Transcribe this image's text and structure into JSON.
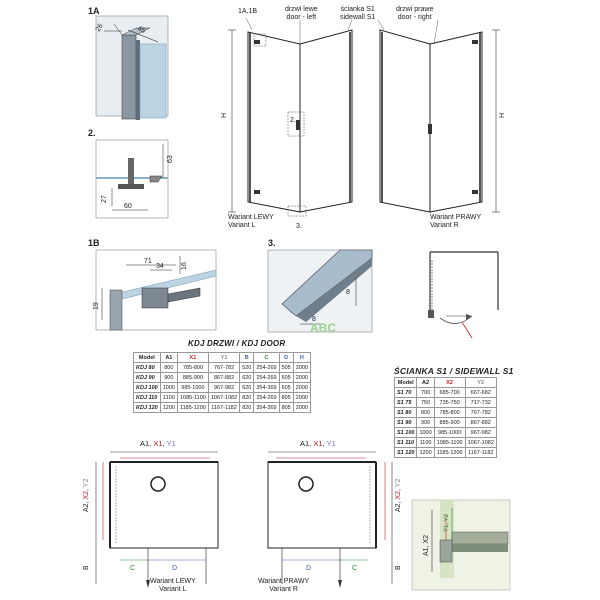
{
  "detail_labels": {
    "d1a": "1A",
    "d2": "2.",
    "d1b": "1B",
    "d3": "3.",
    "d1a1b": "1A,1B"
  },
  "detail_dims": {
    "d1a_26": "26",
    "d1a_45": "45",
    "d2_63": "63",
    "d2_27": "27",
    "d2_60": "60",
    "d1b_71": "71",
    "d1b_34": "34",
    "d1b_16": "16",
    "d1b_19": "19",
    "d3_8a": "8",
    "d3_8b": "8",
    "d3_brand": "ABC"
  },
  "elevation": {
    "door_left": "drzwi lewe\ndoor - left",
    "sidewall_s1": "ścianka S1\nsidewall S1",
    "door_right": "drzwi prawe\ndoor - right",
    "height_label": "H",
    "callout_2": "2.",
    "callout_3": "3.",
    "variant_left": "Wariant LEWY\nVariant L",
    "variant_right": "Wariant PRAWY\nVariant R"
  },
  "door_table": {
    "title": "KDJ DRZWI / KDJ DOOR",
    "headers": [
      "Model",
      "A1",
      "X1",
      "Y1",
      "B",
      "C",
      "D",
      "H"
    ],
    "rows": [
      [
        "KDJ 80",
        "800",
        "785-800",
        "767-782",
        "520",
        "254-269",
        "505",
        "2000"
      ],
      [
        "KDJ 90",
        "900",
        "885-900",
        "867-882",
        "620",
        "254-269",
        "605",
        "2000"
      ],
      [
        "KDJ 100",
        "1000",
        "985-1000",
        "967-982",
        "620",
        "354-369",
        "605",
        "2000"
      ],
      [
        "KDJ 110",
        "1100",
        "1085-1100",
        "1067-1082",
        "820",
        "254-269",
        "805",
        "2000"
      ],
      [
        "KDJ 120",
        "1200",
        "1185-1200",
        "1167-1182",
        "820",
        "354-369",
        "805",
        "2000"
      ]
    ]
  },
  "sidewall_table": {
    "title": "ŚCIANKA S1 / SIDEWALL S1",
    "headers": [
      "Model",
      "A2",
      "X2",
      "Y2"
    ],
    "rows": [
      [
        "S1 70",
        "700",
        "685-700",
        "667-682"
      ],
      [
        "S1 75",
        "750",
        "735-750",
        "717-732"
      ],
      [
        "S1 80",
        "800",
        "785-800",
        "767-782"
      ],
      [
        "S1 90",
        "900",
        "885-900",
        "867-882"
      ],
      [
        "S1 100",
        "1000",
        "985-1000",
        "967-982"
      ],
      [
        "S1 110",
        "1100",
        "1085-1100",
        "1067-1082"
      ],
      [
        "S1 120",
        "1200",
        "1185-1200",
        "1167-1182"
      ]
    ]
  },
  "plan": {
    "top_dims": {
      "a1": "A1",
      "x1": "X1",
      "y1": "Y1",
      "sep": ", "
    },
    "side_dims": {
      "a2": "A2",
      "x2": "X2",
      "y2": "Y2",
      "sep": ", "
    },
    "b": "B",
    "c": "C",
    "d": "D",
    "variant_left": "Wariant LEWY\nVariant L",
    "variant_right": "Wariant PRAWY\nVariant R"
  },
  "corner_detail": {
    "a1x2": "A1, X2",
    "y1y2": "Y1, Y2"
  },
  "colors": {
    "red": "#c0202a",
    "blue": "#4a5fae",
    "green": "#2b8a3a",
    "frame": "#333333",
    "glass": "#a9c6db"
  }
}
